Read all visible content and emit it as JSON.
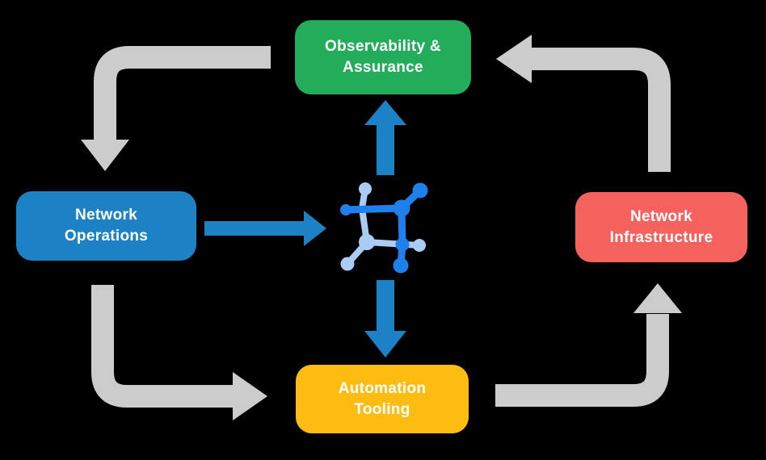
{
  "diagram": {
    "background": "#000000",
    "nodes": [
      {
        "id": "observability-assurance",
        "label_lines": [
          "Observability &",
          "Assurance"
        ],
        "color": "#23AD5B",
        "text_color": "#FFFFFF"
      },
      {
        "id": "network-operations",
        "label_lines": [
          "Network",
          "Operations"
        ],
        "color": "#1C81C5",
        "text_color": "#FFFFFF"
      },
      {
        "id": "network-infrastructure",
        "label_lines": [
          "Network",
          "Infrastructure"
        ],
        "color": "#F5625E",
        "text_color": "#FFFFFF"
      },
      {
        "id": "automation-tooling",
        "label_lines": [
          "Automation",
          "Tooling"
        ],
        "color": "#FDBC12",
        "text_color": "#FFFFFF"
      }
    ],
    "center_icon": {
      "name": "network-fabric-icon",
      "primary_color": "#1E80ED",
      "secondary_color": "#A9CBF4"
    },
    "colors": {
      "cycle_arrow": "#CCCCCC",
      "core_arrow": "#1C81C5"
    },
    "edges": [
      {
        "from": "observability-assurance",
        "to": "network-operations",
        "style": "cycle"
      },
      {
        "from": "network-operations",
        "to": "automation-tooling",
        "style": "cycle"
      },
      {
        "from": "automation-tooling",
        "to": "network-infrastructure",
        "style": "cycle"
      },
      {
        "from": "network-infrastructure",
        "to": "observability-assurance",
        "style": "cycle"
      },
      {
        "from": "network-operations",
        "to": "center-icon",
        "style": "core"
      },
      {
        "from": "center-icon",
        "to": "observability-assurance",
        "style": "core"
      },
      {
        "from": "center-icon",
        "to": "automation-tooling",
        "style": "core"
      }
    ]
  }
}
